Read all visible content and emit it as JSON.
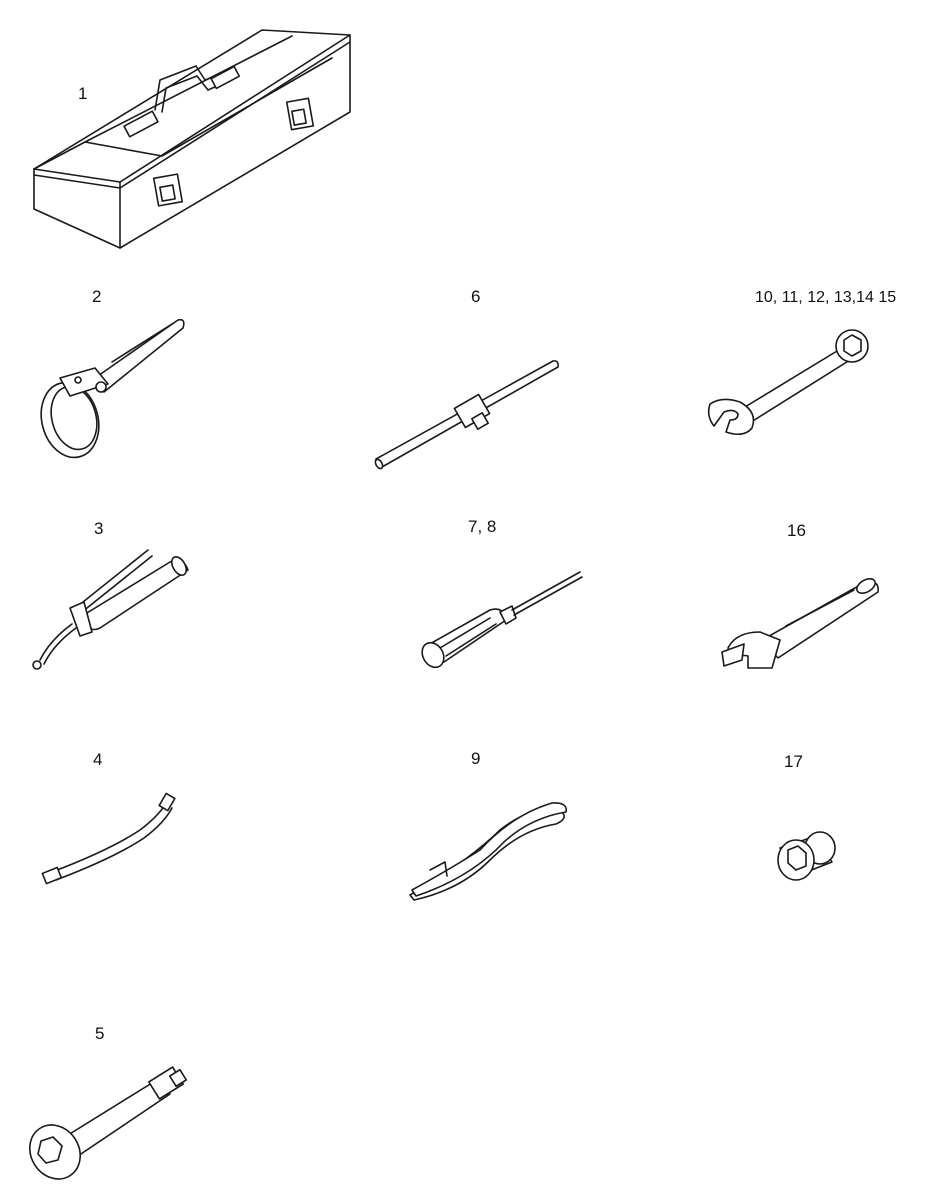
{
  "labels": {
    "toolbox": "1",
    "filter_wrench": "2",
    "grease_gun": "3",
    "hose": "4",
    "extension": "5",
    "t_handle": "6",
    "screwdriver": "7, 8",
    "pliers": "9",
    "combination_wrenches": "10, 11, 12, 13,14  15",
    "adjustable_wrench": "16",
    "socket": "17"
  }
}
